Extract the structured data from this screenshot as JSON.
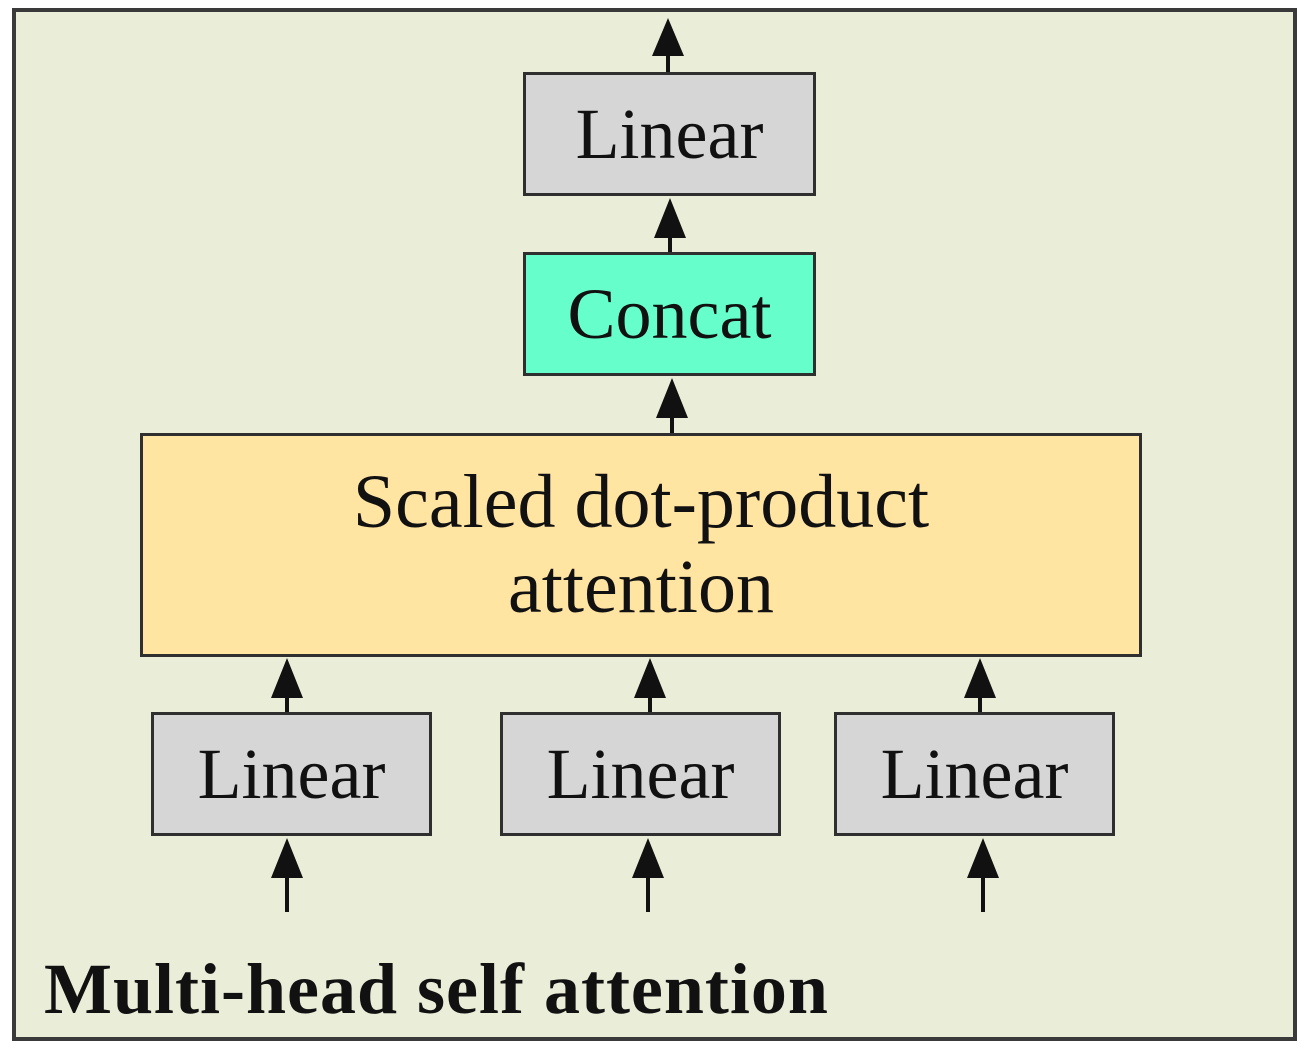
{
  "diagram": {
    "title": "Multi-head self attention",
    "nodes": {
      "linear_top": "Linear",
      "concat": "Concat",
      "attention": [
        "Scaled dot-product",
        "attention"
      ],
      "linear_left": "Linear",
      "linear_mid": "Linear",
      "linear_right": "Linear"
    },
    "edges": [
      [
        "linear_left",
        "attention"
      ],
      [
        "linear_mid",
        "attention"
      ],
      [
        "linear_right",
        "attention"
      ],
      [
        "attention",
        "concat"
      ],
      [
        "concat",
        "linear_top"
      ]
    ]
  },
  "colors": {
    "background": "#eaeed9",
    "linear_fill": "#d6d6d6",
    "concat_fill": "#66ffcc",
    "attention_fill": "#ffe4a2",
    "border": "#2f2f2f",
    "arrow": "#111111"
  }
}
